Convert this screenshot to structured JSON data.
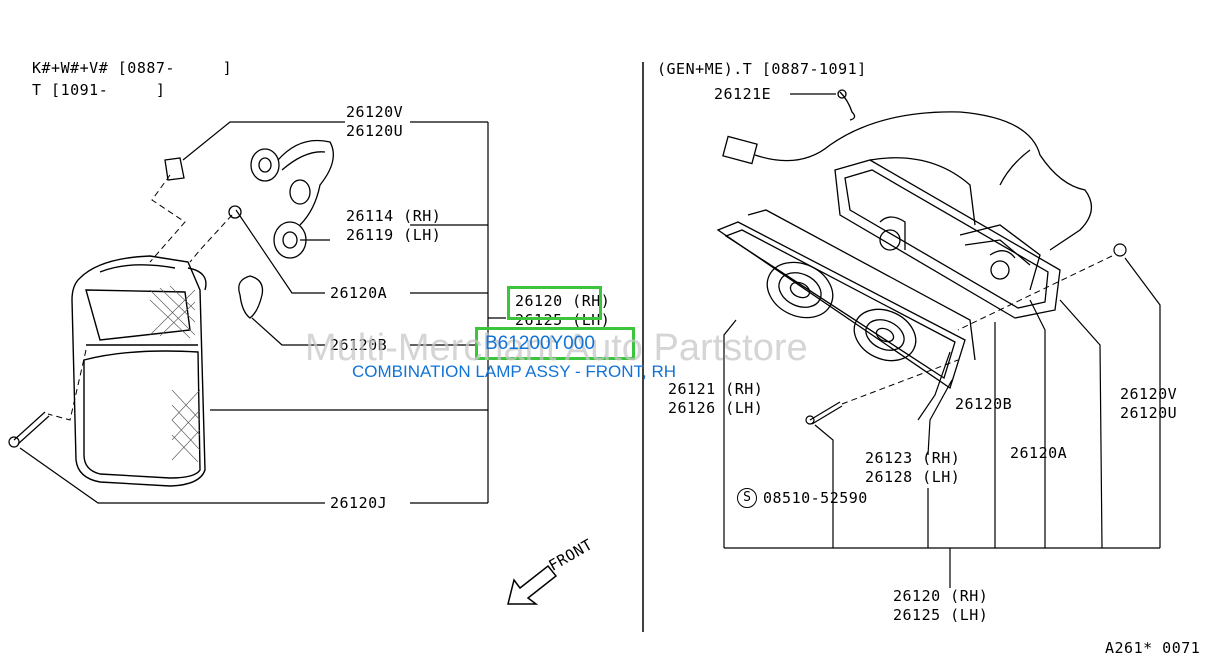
{
  "header_left": {
    "line1": "K#+W#+V# [0887-     ]",
    "line2": "T [1091-     ]"
  },
  "header_right": "(GEN+ME).T [0887-1091]",
  "left_labels": {
    "l26120V": "26120V",
    "l26120U": "26120U",
    "l26114": "26114 (RH)",
    "l26119": "26119 (LH)",
    "l26120A": "26120A",
    "l26120RH": "26120 (RH)",
    "l26125LH": "26125 (LH)",
    "l26120B": "26120B",
    "l26120J": "26120J"
  },
  "right_labels": {
    "l26121E": "26121E",
    "l26121RH": "26121 (RH)",
    "l26126LH": "26126 (LH)",
    "l26120B": "26120B",
    "l26120V": "26120V",
    "l26120U": "26120U",
    "l26123RH": "26123 (RH)",
    "l26128LH": "26128 (LH)",
    "l26120A": "26120A",
    "screw": "08510-52590",
    "screw_symbol": "S",
    "l26120RH": "26120 (RH)",
    "l26125LH": "26125 (LH)"
  },
  "front_label": "FRONT",
  "part_number": "B61200Y000",
  "part_description": "COMBINATION LAMP ASSY - FRONT, RH",
  "watermark": "Multi-Merchant Auto Partstore",
  "figure_code": "A261* 0071",
  "colors": {
    "highlight": "#3cc43c",
    "part_text": "#1273d6",
    "watermark": "#c8c8c8"
  }
}
